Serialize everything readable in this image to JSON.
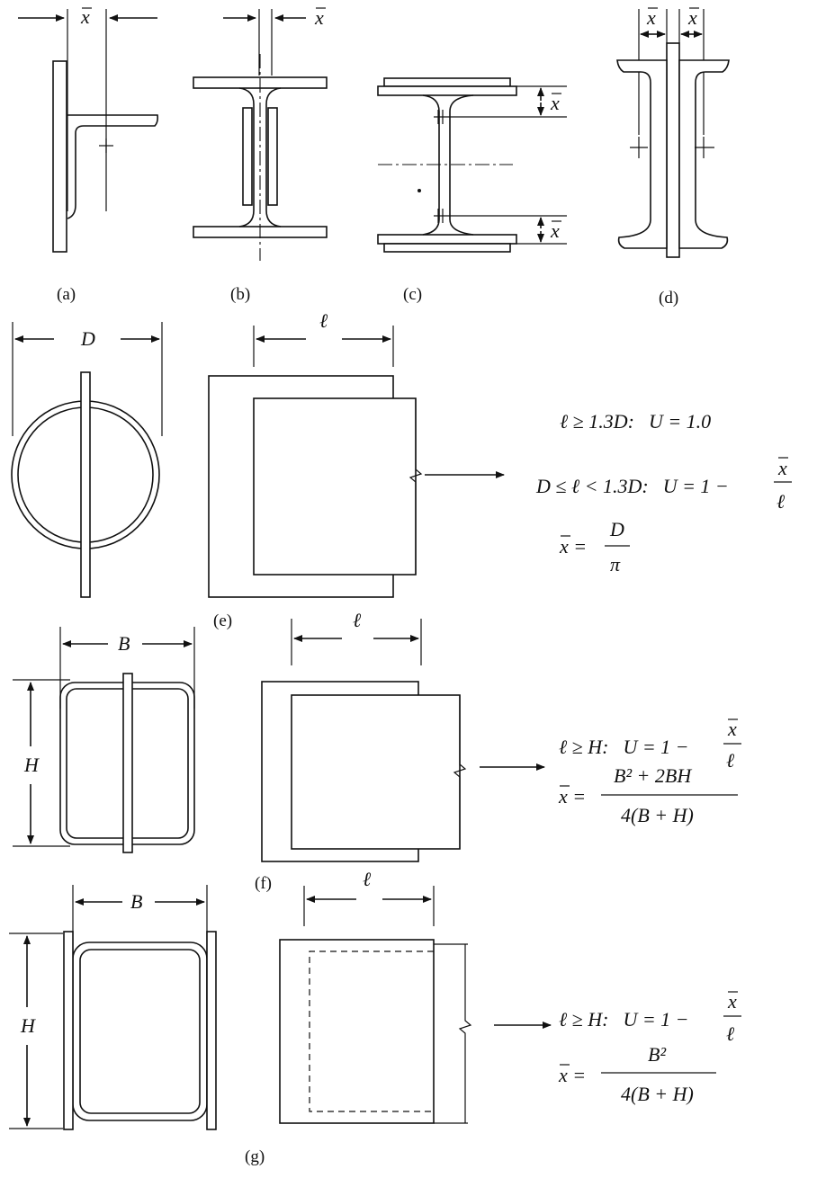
{
  "captions": {
    "a": "(a)",
    "b": "(b)",
    "c": "(c)",
    "d": "(d)",
    "e": "(e)",
    "f": "(f)",
    "g": "(g)"
  },
  "symbols": {
    "xbar": "x",
    "D": "D",
    "B": "B",
    "H": "H",
    "ell": "ℓ"
  },
  "eq_e": {
    "line1_cond": "ℓ ≥ 1.3D:",
    "line1_val": "U = 1.0",
    "line2_cond": "D ≤ ℓ < 1.3D:",
    "line2_val": "U = 1 −",
    "line2_num": "x",
    "line2_den": "ℓ",
    "line3_lhs": "x =",
    "line3_num": "D",
    "line3_den": "π"
  },
  "eq_f": {
    "line1_cond": "ℓ ≥ H:",
    "line1_val": "U = 1 −",
    "line1_num": "x",
    "line1_den": "ℓ",
    "line2_lhs": "x =",
    "line2_num": "B² + 2BH",
    "line2_den": "4(B + H)"
  },
  "eq_g": {
    "line1_cond": "ℓ ≥ H:",
    "line1_val": "U = 1 −",
    "line1_num": "x",
    "line1_den": "ℓ",
    "line2_lhs": "x =",
    "line2_num": "B²",
    "line2_den": "4(B + H)"
  }
}
